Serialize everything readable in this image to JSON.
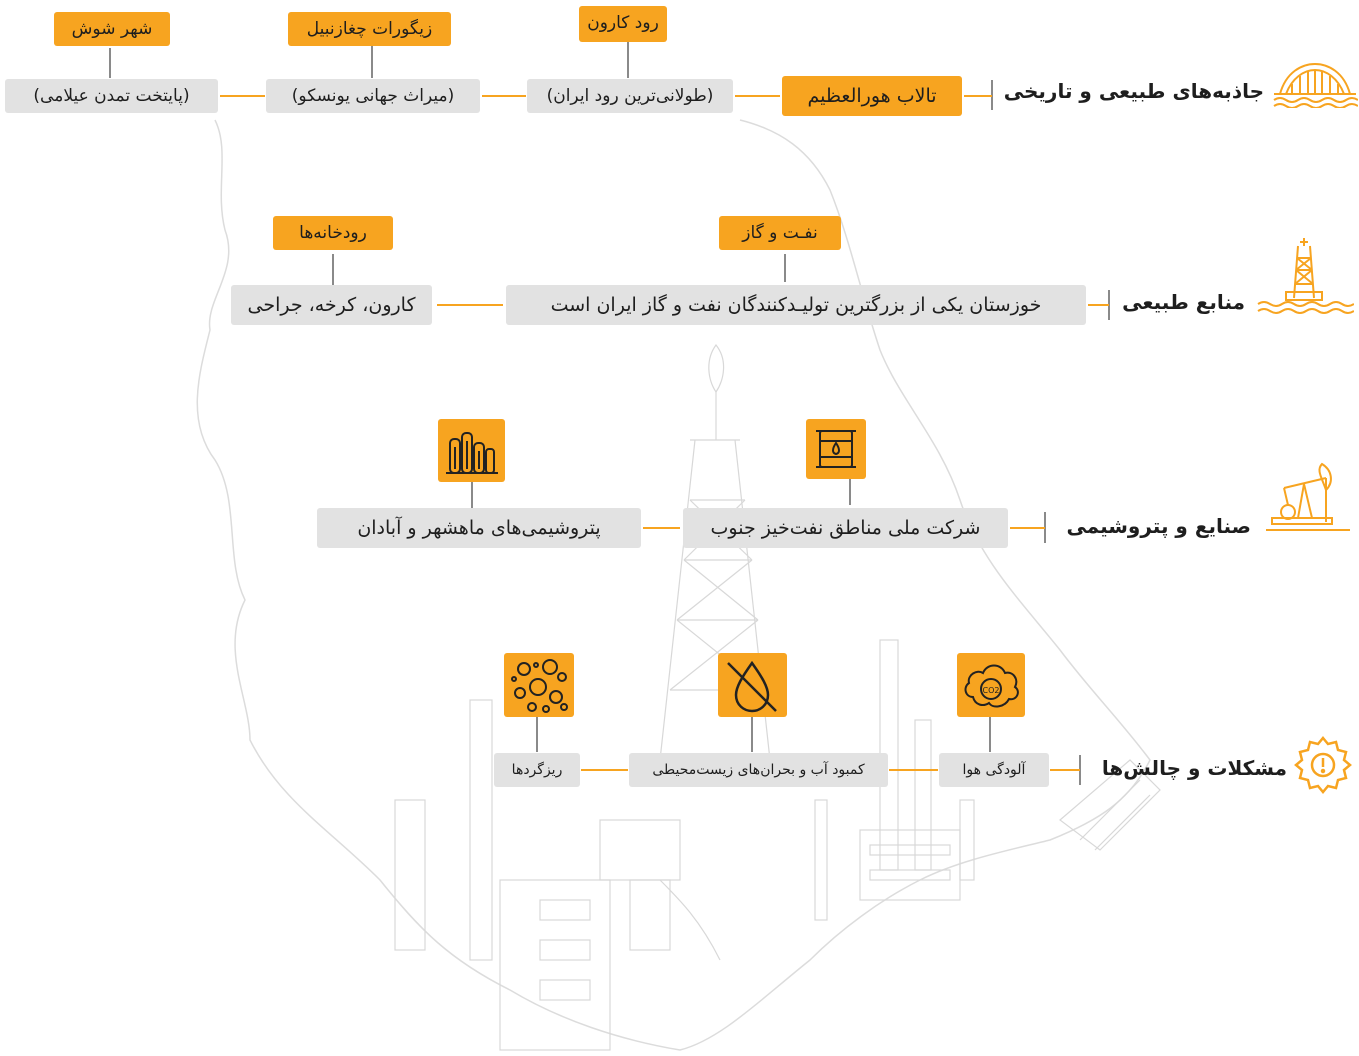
{
  "categories": [
    {
      "label": "جاذبه‌های طبیعی و تاریخی",
      "icon": "bridge-icon",
      "items": [
        {
          "top": "تالاب هورالعظیم",
          "main": ""
        },
        {
          "top": "رود کارون",
          "main": "(طولانی‌ترین رود ایران)"
        },
        {
          "top": "زیگورات چغازنبیل",
          "main": "(میراث جهانی یونسکو)"
        },
        {
          "top": "شهر شوش",
          "main": "(پایتخت تمدن عیلامی)"
        }
      ]
    },
    {
      "label": "منابع طبیعی",
      "icon": "oil-rig-icon",
      "items": [
        {
          "top": "نفـت و گاز",
          "main": "خوزستان یکی از بزرگترین تولیـدکنندگان نفت و گاز ایران است"
        },
        {
          "top": "رودخانه‌ها",
          "main": "کارون، کرخه، جراحی"
        }
      ]
    },
    {
      "label": "صنایع و پتروشیمی",
      "icon": "pumpjack-icon",
      "items": [
        {
          "icon": "oil-barrel-icon",
          "main": "شرکت ملی مناطق نفت‌خیز جنوب"
        },
        {
          "icon": "petrochemical-plant-icon",
          "main": "پتروشیمی‌های ماهشهر و آبادان"
        }
      ]
    },
    {
      "label": "مشکلات و چالش‌ها",
      "icon": "warning-gear-icon",
      "items": [
        {
          "icon": "co2-cloud-icon",
          "main": "آلودگی هوا"
        },
        {
          "icon": "water-drop-crossed-icon",
          "main": "کمبود آب و بحران‌های زیست‌محیطی"
        },
        {
          "icon": "dust-particles-icon",
          "main": "ریزگردها"
        }
      ]
    }
  ],
  "colors": {
    "accent": "#f7a420",
    "box": "#e2e2e2",
    "line": "#8a8a8a",
    "watermark": "#d7d7d7"
  }
}
